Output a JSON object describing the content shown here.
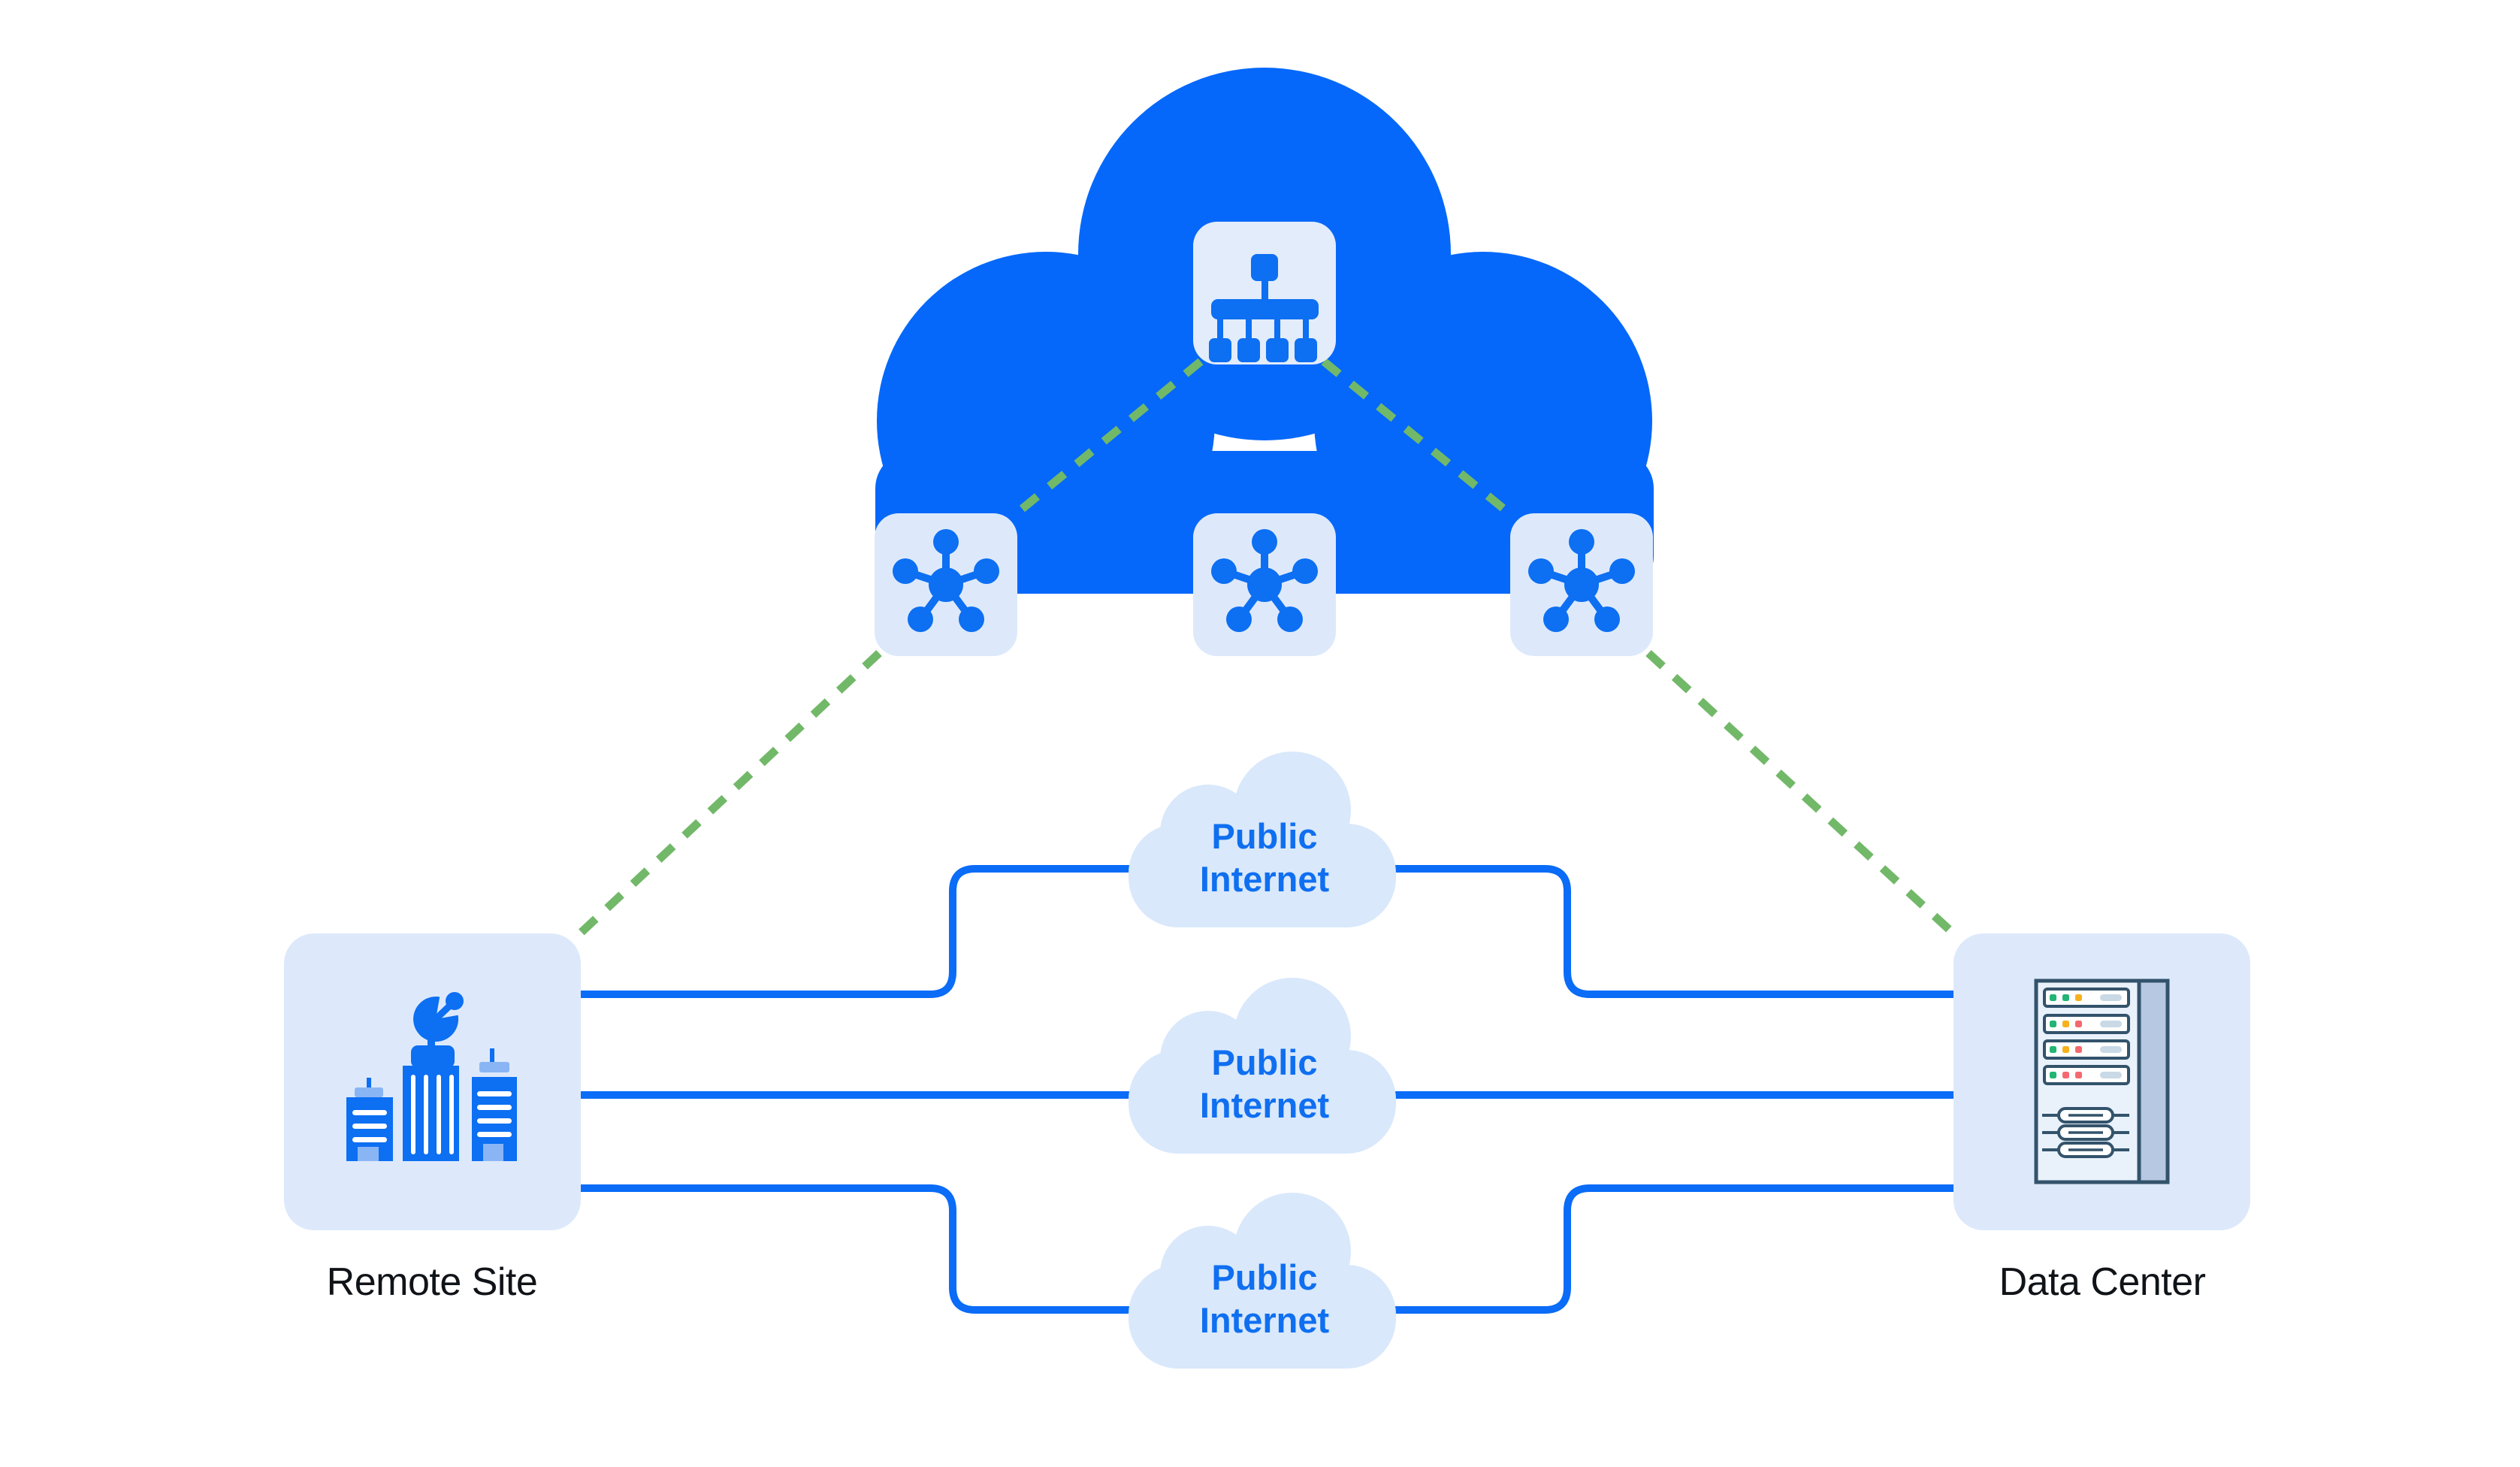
{
  "diagram": {
    "overlay_cloud": {
      "icon": "sdwan-cloud",
      "color": "#0568fa"
    },
    "controller": {
      "icon": "network-tree-icon"
    },
    "hubs": [
      {
        "icon": "hub-spoke-icon"
      },
      {
        "icon": "hub-spoke-icon"
      },
      {
        "icon": "hub-spoke-icon"
      }
    ],
    "sites": {
      "remote_site": {
        "label": "Remote Site",
        "icon": "buildings-satellite-icon"
      },
      "data_center": {
        "label": "Data Center",
        "icon": "server-rack-icon"
      }
    },
    "internet_clouds": [
      {
        "label": "Public Internet"
      },
      {
        "label": "Public Internet"
      },
      {
        "label": "Public Internet"
      }
    ],
    "colors": {
      "overlay_cloud_blue": "#0568fa",
      "icon_blue": "#0d6ff2",
      "light_panel": "#dde9fb",
      "light_cloud": "#d9e8fb",
      "tunnel_line_blue": "#0a6cf7",
      "control_link_green": "#72b869",
      "cloud_label_blue": "#0f6ff0",
      "site_label_dark": "#101418",
      "server_outline": "#33536b",
      "server_side_panel": "#b6c8e2",
      "led_green": "#22b573",
      "led_yellow": "#f5b21d",
      "led_red": "#f4696f",
      "accent_light_blue": "#8ab5f5"
    }
  }
}
